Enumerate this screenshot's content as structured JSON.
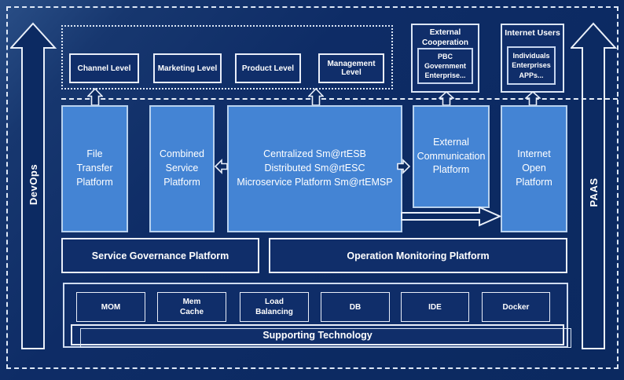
{
  "diagram": {
    "side": {
      "left_label": "DevOps",
      "right_label": "PAAS"
    },
    "levels": {
      "items": [
        {
          "label": "Channel Level"
        },
        {
          "label": "Marketing Level"
        },
        {
          "label": "Product Level"
        },
        {
          "label": "Management Level"
        }
      ]
    },
    "external_cooperation": {
      "title": "External\nCooperation",
      "body": "PBC Government\nEnterprise..."
    },
    "internet_users": {
      "title": "Internet Users",
      "body": "Individuals\nEnterprises\nAPPs..."
    },
    "platforms": {
      "file_transfer": "File\nTransfer\nPlatform",
      "combined_service": "Combined\nService\nPlatform",
      "central": "Centralized Sm@rtESB\nDistributed Sm@rtESC\nMicroservice Platform Sm@rtEMSP",
      "external_communication": "External\nCommunication\nPlatform",
      "internet_open": "Internet\nOpen\nPlatform"
    },
    "governance_label": "Service Governance Platform",
    "monitoring_label": "Operation Monitoring Platform",
    "supporting": {
      "items": [
        {
          "label": "MOM"
        },
        {
          "label": "Mem\nCache"
        },
        {
          "label": "Load\nBalancing"
        },
        {
          "label": "DB"
        },
        {
          "label": "IDE"
        },
        {
          "label": "Docker"
        }
      ],
      "bar_label": "Supporting Technology"
    },
    "colors": {
      "background": "#0c2a62",
      "platform_fill": "#4484d4",
      "platform_border": "#b9d2ee",
      "panel_fill": "#102e6a",
      "panel_border": "#e9eef9",
      "dashed_line": "#dde7f6",
      "text": "#ffffff"
    }
  }
}
